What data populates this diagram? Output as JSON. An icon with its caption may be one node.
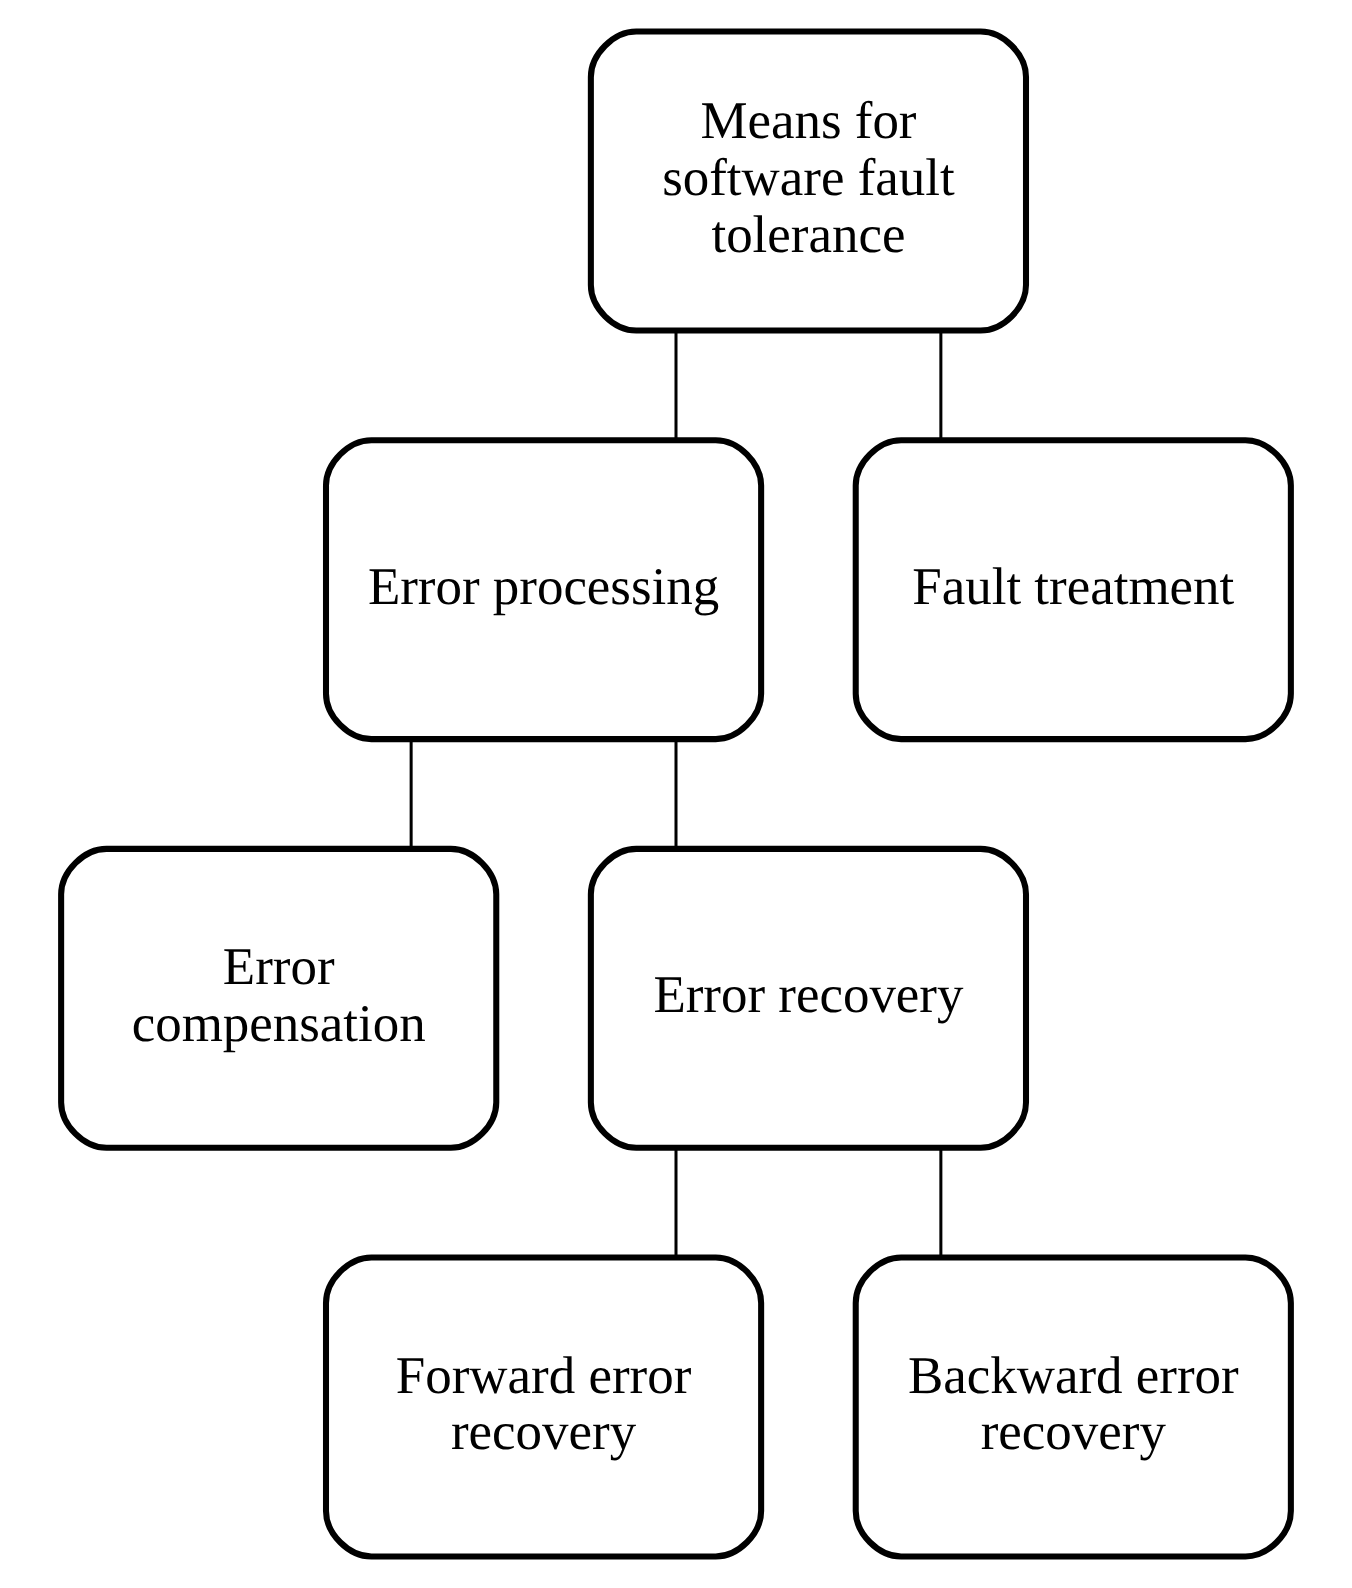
{
  "diagram": {
    "nodes": [
      {
        "text": [
          "Means for software fault tolerance"
        ]
      },
      {
        "text": [
          "Error processing"
        ]
      },
      {
        "text": [
          "Fault treatment"
        ]
      },
      {
        "text": [
          "Error compensation"
        ]
      },
      {
        "text": [
          "Error recovery"
        ]
      },
      {
        "text": [
          "Forward error recovery"
        ]
      },
      {
        "text": [
          "Backward error recovery"
        ]
      }
    ],
    "edges": [
      {
        "from": 0,
        "to": 1,
        "arrow": "none"
      },
      {
        "from": 0,
        "to": 2,
        "arrow": "none"
      },
      {
        "from": 1,
        "to": 3,
        "arrow": "none"
      },
      {
        "from": 1,
        "to": 4,
        "arrow": "none"
      },
      {
        "from": 4,
        "to": 5,
        "arrow": "none"
      },
      {
        "from": 4,
        "to": 6,
        "arrow": "none"
      }
    ]
  }
}
